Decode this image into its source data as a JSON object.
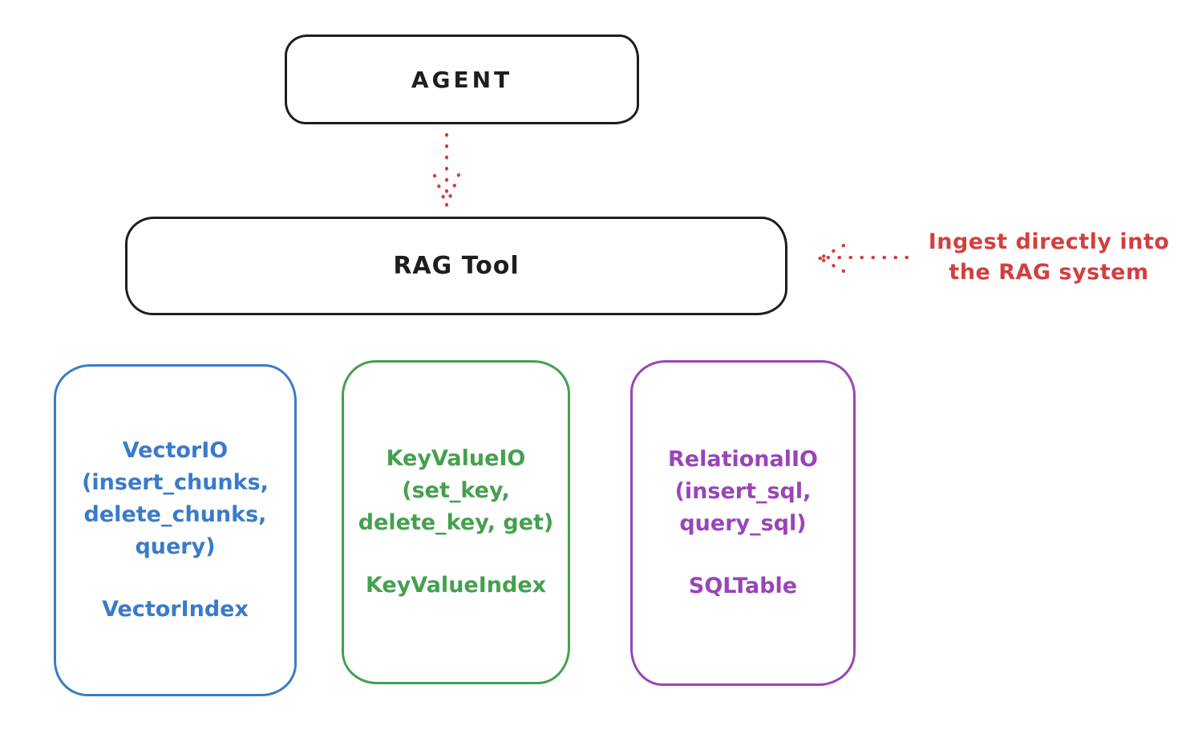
{
  "diagram": {
    "agent": {
      "label": "AGENT"
    },
    "rag_tool": {
      "label": "RAG Tool"
    },
    "ingest_note": {
      "line1": "Ingest directly into",
      "line2": "the RAG system"
    },
    "arrows": [
      {
        "name": "agent-to-rag-tool",
        "style": "dotted",
        "direction": "down",
        "color": "#d23f3f"
      },
      {
        "name": "ingest-into-rag-tool",
        "style": "dotted",
        "direction": "left",
        "color": "#d23f3f"
      }
    ],
    "backends": [
      {
        "name": "vector-io",
        "color": "#3a7bc8",
        "lines": [
          "VectorIO",
          "(insert_chunks,",
          "delete_chunks,",
          "query)"
        ],
        "index_label": "VectorIndex"
      },
      {
        "name": "keyvalue-io",
        "color": "#44a04e",
        "lines": [
          "KeyValueIO",
          "(set_key,",
          "delete_key, get)"
        ],
        "index_label": "KeyValueIndex"
      },
      {
        "name": "relational-io",
        "color": "#9a44b8",
        "lines": [
          "RelationalIO",
          "(insert_sql,",
          "query_sql)"
        ],
        "index_label": "SQLTable"
      }
    ],
    "colors": {
      "stroke": "#1e1e1e",
      "background": "#ffffff",
      "arrow_red": "#d23f3f"
    }
  }
}
